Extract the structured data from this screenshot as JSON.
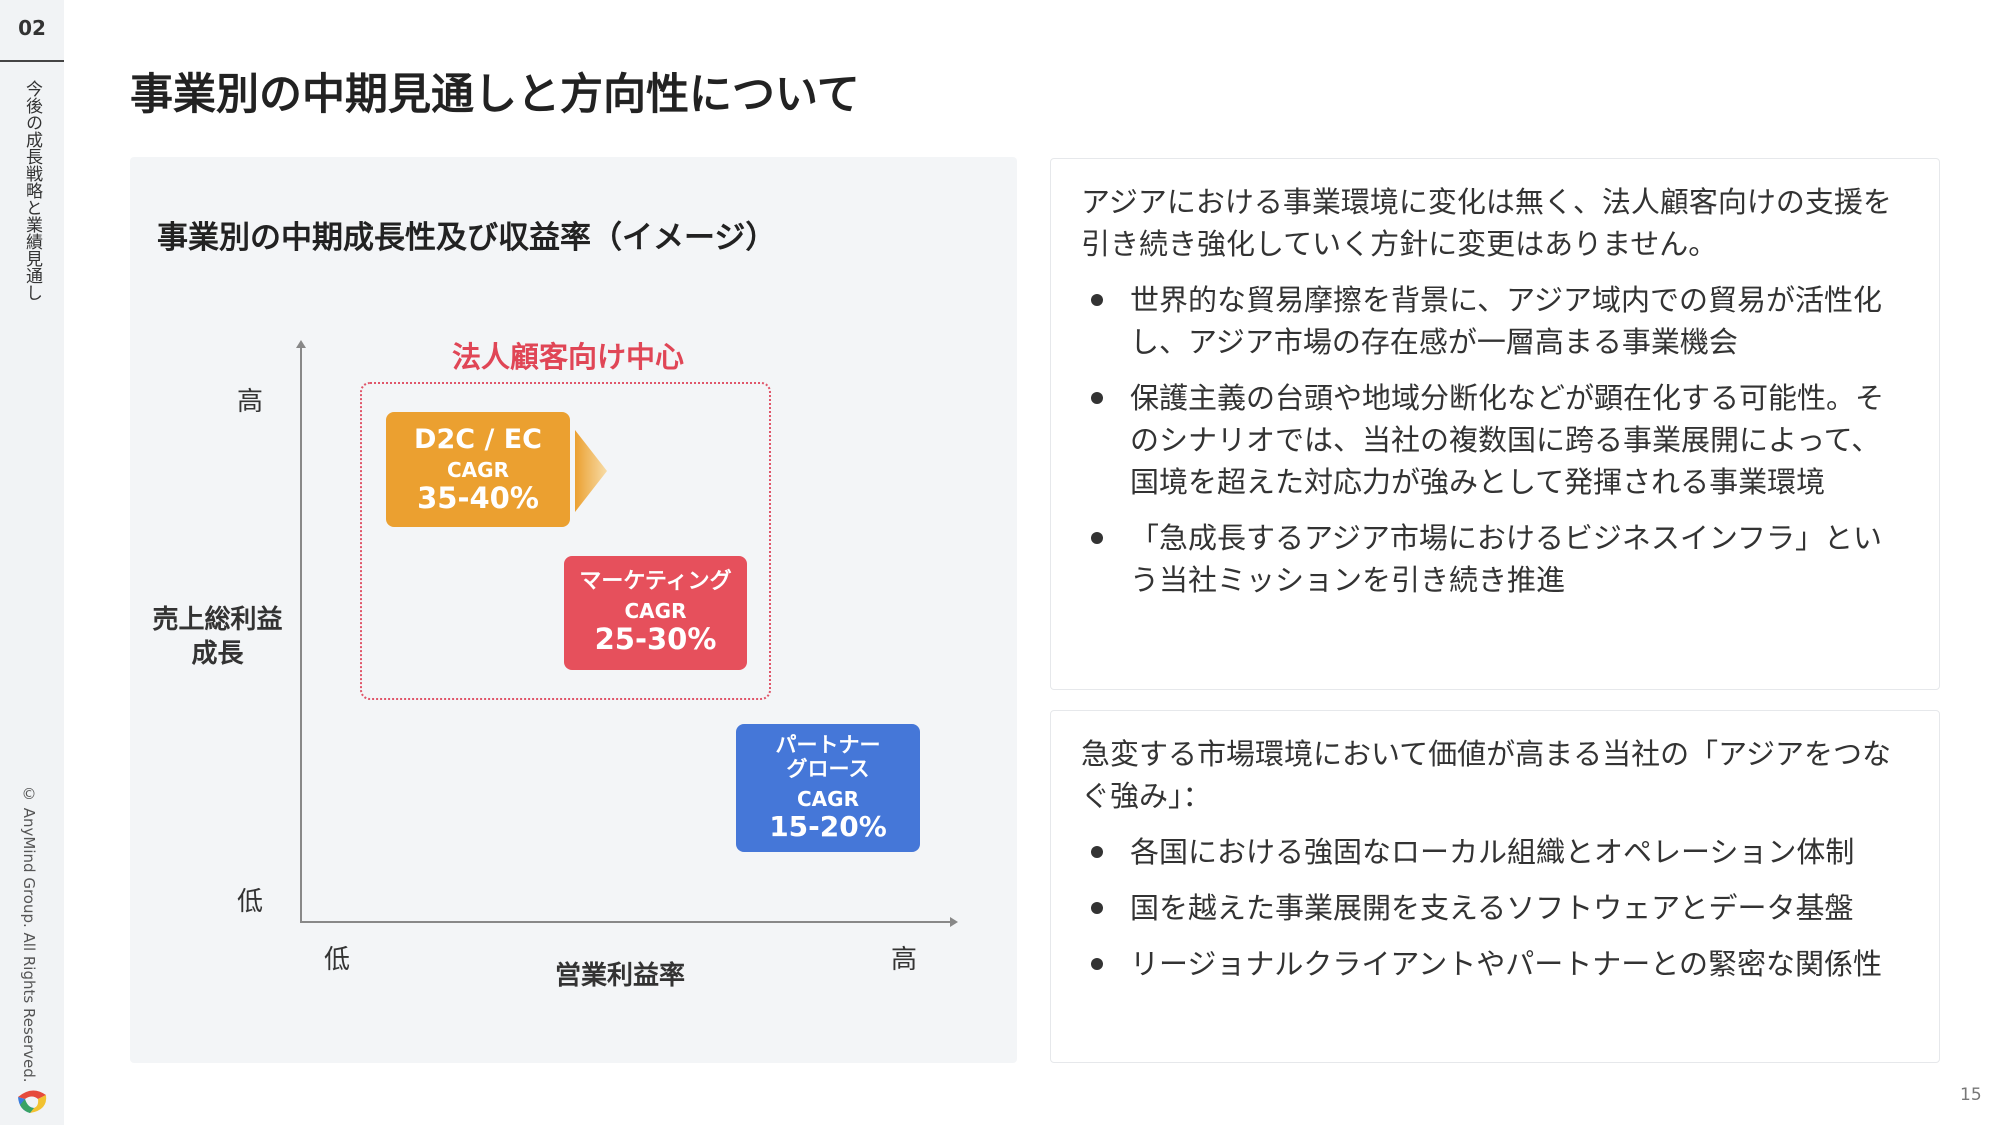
{
  "sidebar": {
    "section_number": "02",
    "section_title": "今後の成長戦略と業績見通し",
    "copyright": "© AnyMind Group. All Rights Reserved."
  },
  "title": "事業別の中期見通しと方向性について",
  "matrix": {
    "title": "事業別の中期成長性及び収益率（イメージ）",
    "y_axis": {
      "label": "売上総利益成長",
      "high": "高",
      "low": "低"
    },
    "x_axis": {
      "label": "営業利益率",
      "high": "高",
      "low": "低"
    },
    "group_label": "法人顧客向け中心",
    "segments": [
      {
        "name": "D2C / EC",
        "metric": "CAGR",
        "value": "35-40%",
        "color": "#eba030"
      },
      {
        "name": "マーケティング",
        "metric": "CAGR",
        "value": "25-30%",
        "color": "#e6505c"
      },
      {
        "name": "パートナーグロース",
        "name_line1": "パートナー",
        "name_line2": "グロース",
        "metric": "CAGR",
        "value": "15-20%",
        "color": "#4577d8"
      }
    ]
  },
  "card1": {
    "intro": "アジアにおける事業環境に変化は無く、法人顧客向けの支援を引き続き強化していく方針に変更はありません。",
    "bullets": [
      "世界的な貿易摩擦を背景に、アジア域内での貿易が活性化し、アジア市場の存在感が一層高まる事業機会",
      "保護主義の台頭や地域分断化などが顕在化する可能性。そのシナリオでは、当社の複数国に跨る事業展開によって、国境を超えた対応力が強みとして発揮される事業環境",
      "「急成長するアジア市場におけるビジネスインフラ」という当社ミッションを引き続き推進"
    ]
  },
  "card2": {
    "intro": "急変する市場環境において価値が高まる当社の「アジアをつなぐ強み」：",
    "bullets": [
      "各国における強固なローカル組織とオペレーション体制",
      "国を越えた事業展開を支えるソフトウェアとデータ基盤",
      "リージョナルクライアントやパートナーとの緊密な関係性"
    ]
  },
  "page_number": "15"
}
